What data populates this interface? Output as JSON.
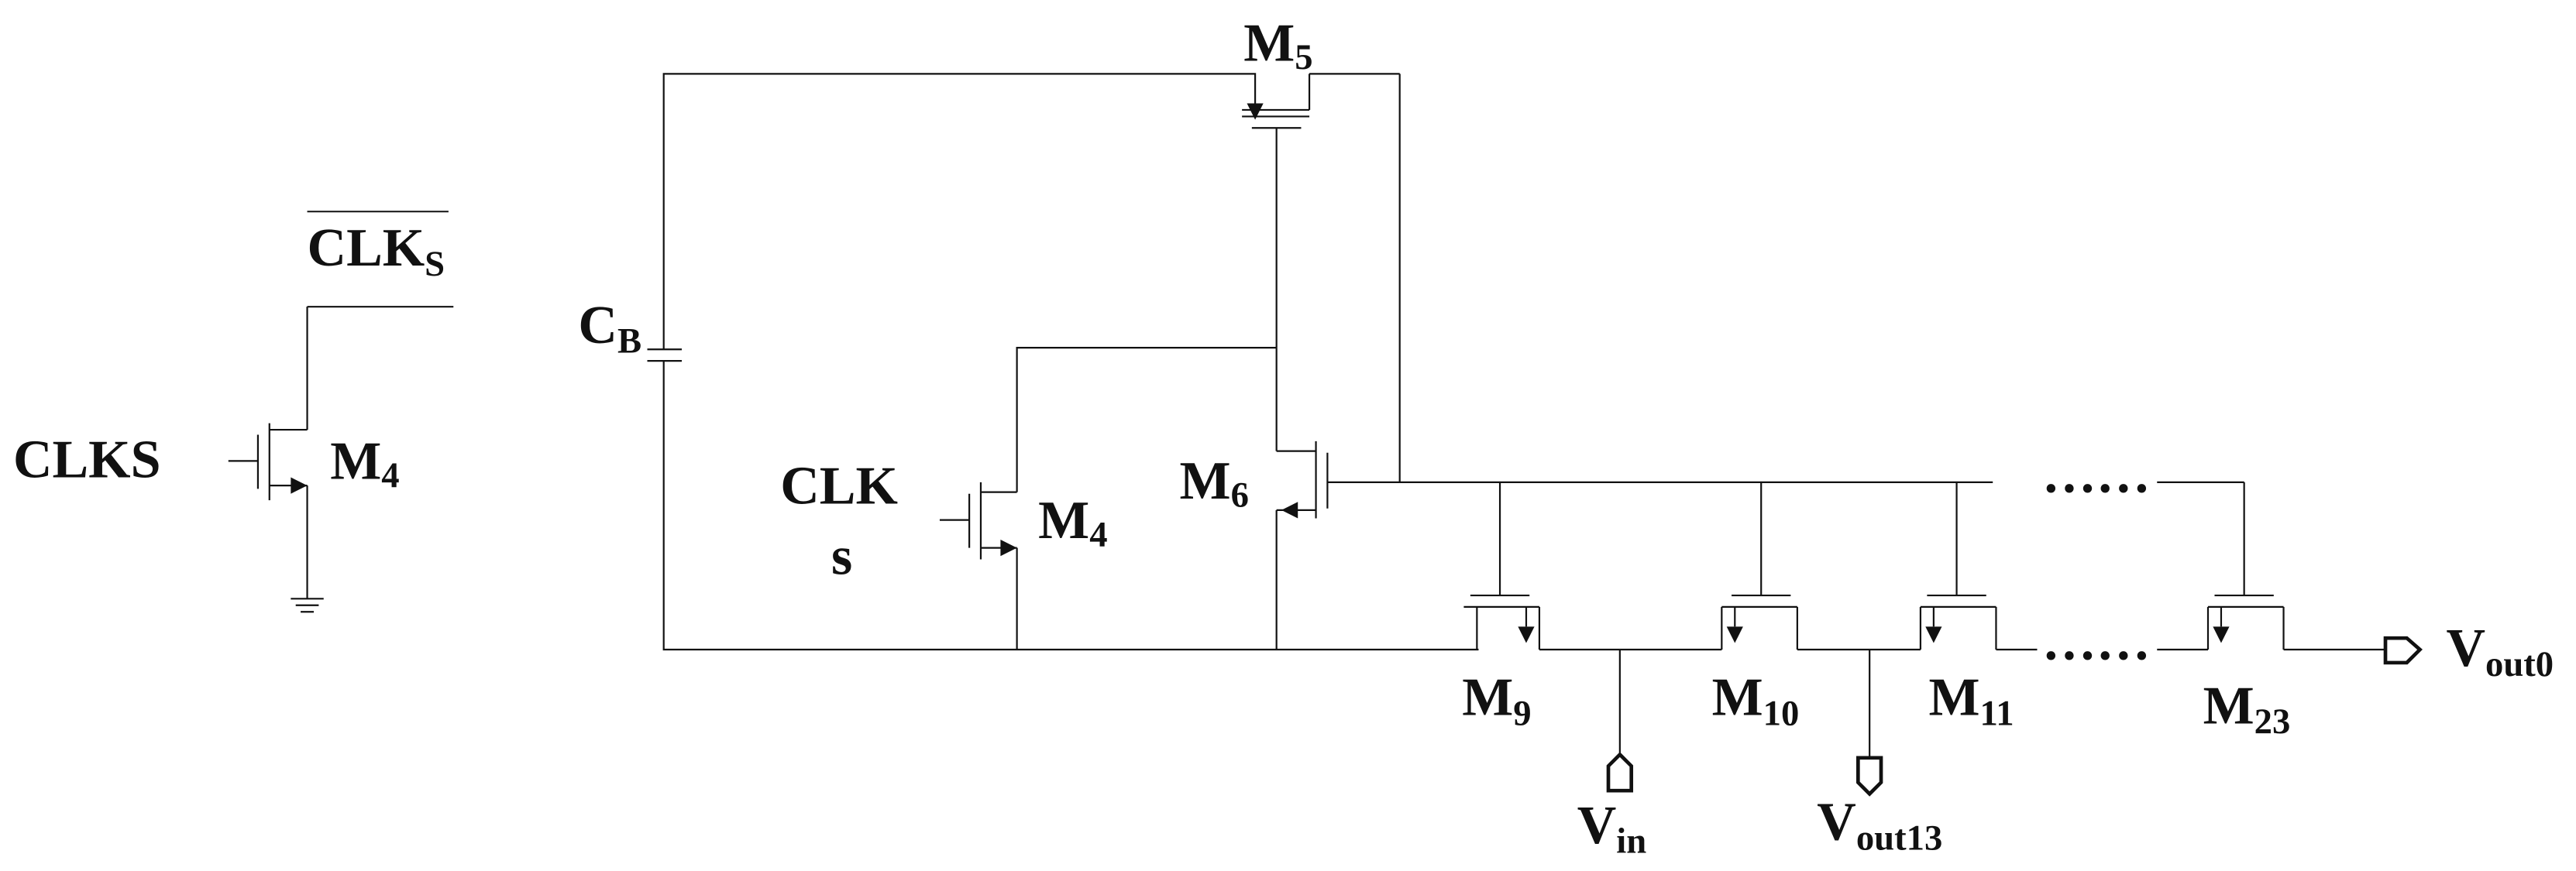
{
  "diagram": {
    "colors": {
      "wire": "#111111",
      "background": "#ffffff"
    },
    "labels": {
      "clks_bar": {
        "main": "CLK",
        "sub": "S"
      },
      "clks_left": {
        "main": "CLK",
        "sub": "S"
      },
      "m4_left": {
        "main": "M",
        "sub": "4"
      },
      "cb": {
        "main": "C",
        "sub": "B"
      },
      "m5": {
        "main": "M",
        "sub": "5"
      },
      "clk_mid": "CLK",
      "s_mid": "s",
      "m4_mid": {
        "main": "M",
        "sub": "4"
      },
      "m6": {
        "main": "M",
        "sub": "6"
      },
      "m9": {
        "main": "M",
        "sub": "9"
      },
      "m10": {
        "main": "M",
        "sub": "10"
      },
      "m11": {
        "main": "M",
        "sub": "11"
      },
      "m23": {
        "main": "M",
        "sub": "23"
      },
      "vin": {
        "main": "V",
        "sub": "in"
      },
      "vout13": {
        "main": "V",
        "sub": "out13"
      },
      "vout0": {
        "main": "V",
        "sub": "out0"
      },
      "ellipsis_top": "……",
      "ellipsis_bottom": "……"
    },
    "icons": [
      "nmos-transistor",
      "pmos-transistor",
      "capacitor",
      "ground",
      "input-port",
      "output-port"
    ]
  }
}
